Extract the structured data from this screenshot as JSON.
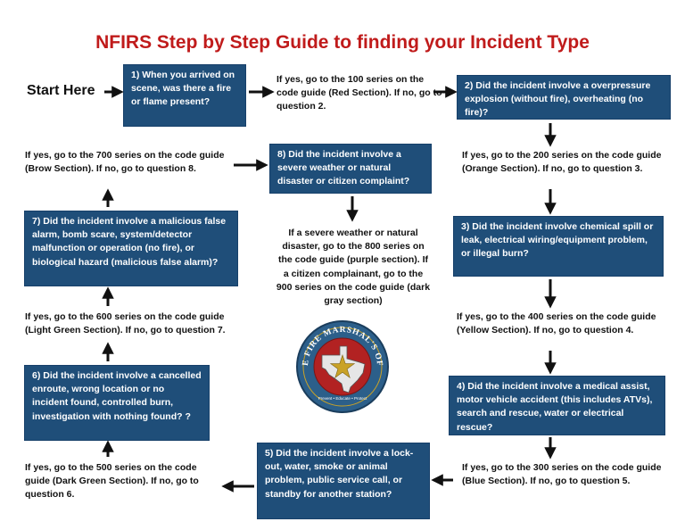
{
  "title": "NFIRS Step by Step Guide to finding your Incident Type",
  "start_label": "Start Here",
  "questions": {
    "q1": "1) When you arrived on scene, was there a fire or flame present?",
    "q2": "2) Did the incident involve a overpressure explosion (without fire), overheating (no fire)?",
    "q3": "3) Did the incident involve chemical spill or leak, electrical wiring/equipment problem, or illegal burn?",
    "q4": "4) Did the incident involve a medical assist, motor vehicle accident (this includes ATVs), search and rescue, water or electrical rescue?",
    "q5": "5) Did the incident involve a lock-out, water, smoke or animal problem, public service call, or standby for another station?",
    "q6": "6) Did the incident involve a cancelled enroute, wrong location or no incident found, controlled burn, investigation with nothing found? ?",
    "q7": "7) Did the incident involve a malicious false alarm, bomb scare, system/detector malfunction or operation (no fire), or biological hazard (malicious false alarm)?",
    "q8": "8) Did the incident involve a severe weather or natural disaster or citizen complaint?"
  },
  "answers": {
    "a1": "If yes, go to the 100 series on the code guide (Red Section). If no, go to question 2.",
    "a2": "If yes, go to the 200 series on the code guide (Orange Section). If no, go to question 3.",
    "a3": "If yes, go to the 400 series on the code guide (Yellow Section). If no, go to question 4.",
    "a4": "If yes, go to the 300 series on the code guide (Blue Section). If no, go to question 5.",
    "a5": "If yes, go to the 500 series on the code guide (Dark Green Section). If no, go to question 6.",
    "a6": "If yes, go to the 600 series on the code guide (Light Green Section). If no, go to question 7.",
    "a7": "If yes, go to the 700 series on the code guide (Brow Section). If no, go to question 8.",
    "a8": "If a severe weather or natural disaster, go to the 800 series on the code guide (purple section). If a citizen complainant, go to the 900 series on the code guide (dark gray section)"
  },
  "seal": {
    "ring_text": "STATE FIRE MARSHAL'S OFFICE",
    "motto": "Prevent • Educate • Protect"
  },
  "colors": {
    "title_red": "#c01b1b",
    "box_blue": "#1f4e79",
    "seal_blue": "#2c5f8a",
    "seal_red": "#b22222",
    "star_gold": "#c9a227"
  }
}
